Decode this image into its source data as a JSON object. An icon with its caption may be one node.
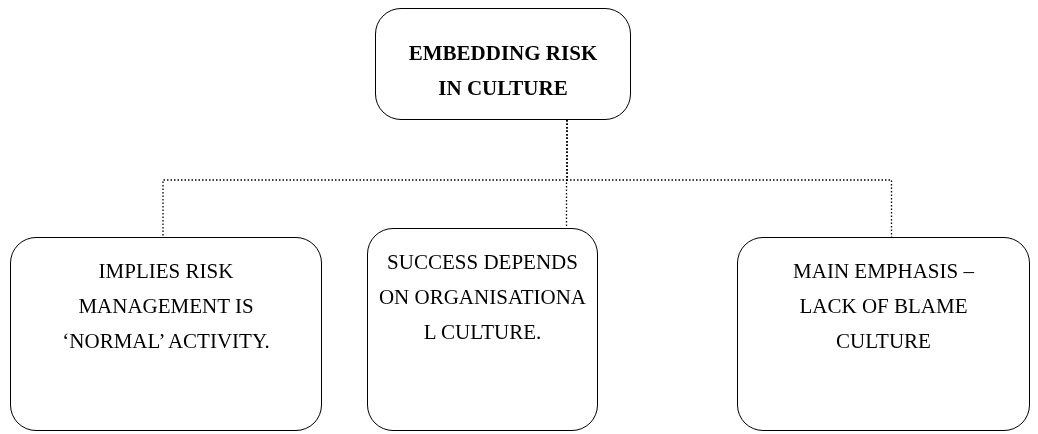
{
  "diagram": {
    "nodes": [
      {
        "text": [
          "EMBEDDING RISK IN CULTURE"
        ]
      },
      {
        "text": [
          "IMPLIES RISK MANAGEMENT IS ‘NORMAL’ ACTIVITY."
        ]
      },
      {
        "text": [
          "SUCCESS DEPENDS ON ORGANISATIONA L CULTURE."
        ]
      },
      {
        "text": [
          "MAIN EMPHASIS – LACK OF BLAME CULTURE"
        ]
      }
    ],
    "edges": [
      {
        "from": 0,
        "to": 1,
        "arrow": "none",
        "style": "dashed"
      },
      {
        "from": 0,
        "to": 2,
        "arrow": "none",
        "style": "dashed"
      },
      {
        "from": 0,
        "to": 3,
        "arrow": "none",
        "style": "dashed"
      }
    ]
  }
}
